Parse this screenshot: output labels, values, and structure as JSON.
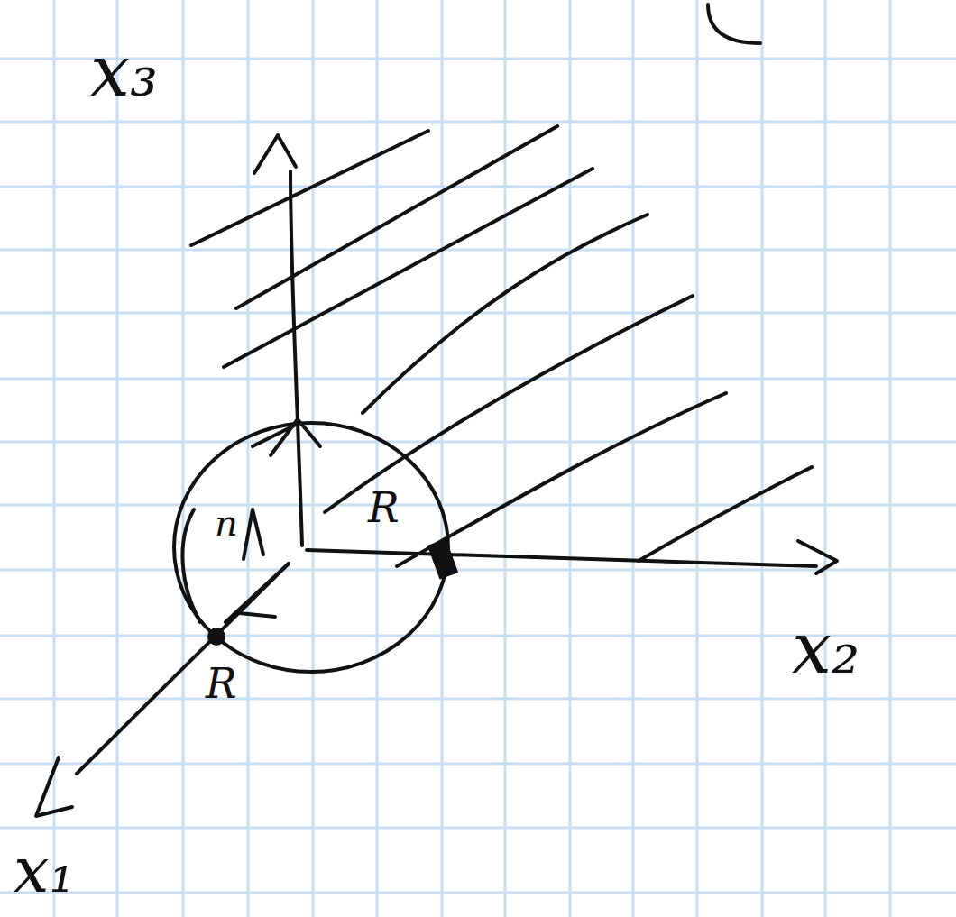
{
  "diagram": {
    "labels": [
      "x₃",
      "x₂",
      "x₁",
      "R",
      "R",
      "n"
    ]
  }
}
